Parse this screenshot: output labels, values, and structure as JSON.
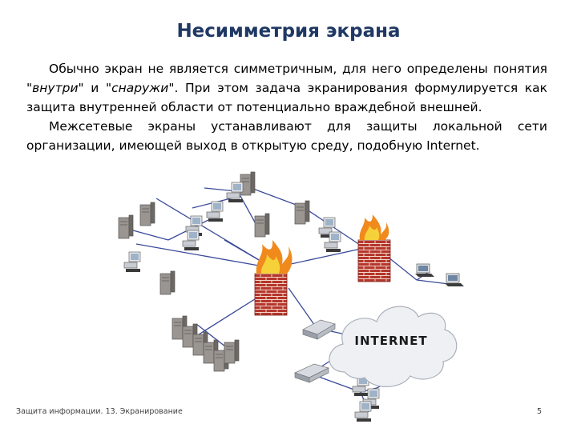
{
  "slide": {
    "title": "Несимметрия экрана",
    "paragraph1": {
      "line1": "Обычно экран не является симметричным, для него определены",
      "line2_before": "понятия \"",
      "line2_word1": "внутри",
      "line2_middle": "\" и \"",
      "line2_word2": "снаружи",
      "line2_after": "\". При этом задача экранирования формулируется как защита внутренней области от потенциально враждебной внешней."
    },
    "paragraph2": "Межсетевые экраны устанавливают для защиты локальной сети организации, имеющей выход в открытую среду, подобную Internet."
  },
  "diagram": {
    "cloud_label": "INTERNET",
    "icons": [
      "server-icon",
      "workstation-icon",
      "firewall-icon",
      "router-icon",
      "switch-icon",
      "laptop-icon",
      "cloud-icon"
    ],
    "colors": {
      "link": "#3b4a9a",
      "brick": "#b5362b",
      "flame": "#f08a1c",
      "cloud": "#eef0f4"
    }
  },
  "footer": {
    "left": "Защита информации. 13. Экранирование",
    "page_number": "5"
  }
}
